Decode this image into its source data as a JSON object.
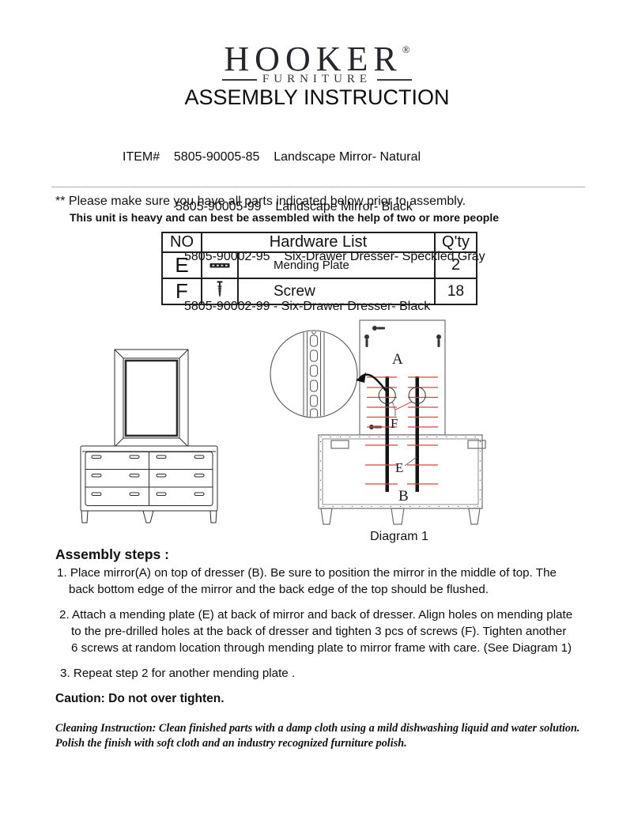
{
  "header": {
    "brand": "HOOKER",
    "reg_mark": "®",
    "brand_sub": "FURNITURE",
    "title": "ASSEMBLY INSTRUCTION",
    "item_lines": [
      "ITEM#    5805-90005-85    Landscape Mirror- Natural",
      "5805-90005-99    Landscape Mirror- Black",
      "5805-90002-95    Six-Drawer Dresser- Speckled Gray",
      "5805-90002-99 - Six-Drawer Dresser- Black"
    ]
  },
  "notices": {
    "parts_note": "** Please make sure you have all parts indicated below prior to assembly.",
    "heavy_note": "This unit is heavy and can best be assembled with the help of two or more people"
  },
  "hardware": {
    "headers": {
      "no": "NO",
      "list": "Hardware List",
      "qty": "Q'ty"
    },
    "rows": [
      {
        "no": "E",
        "icon": "mending-plate-icon",
        "name": "Mending Plate",
        "qty": "2"
      },
      {
        "no": "F",
        "icon": "screw-icon",
        "name": "Screw",
        "qty": "18"
      }
    ]
  },
  "diagram": {
    "caption": "Diagram 1",
    "labels": {
      "mirror": "A",
      "dresser": "B",
      "plate": "E",
      "screw": "F"
    },
    "colors": {
      "screw_line": "#d94343",
      "plate_fill": "#141414",
      "outline_gray": "#6f6f6f",
      "outline_dark": "#2b2b2b"
    }
  },
  "steps": {
    "heading": "Assembly steps :",
    "items": [
      {
        "lines": [
          "1. Place mirror(A) on top of dresser (B). Be sure to position the mirror in the middle of top. The",
          "back bottom edge of the mirror and the back edge of the top should be flushed."
        ]
      },
      {
        "lines": [
          "2. Attach a mending plate (E) at back of mirror and back of dresser. Align holes on mending plate",
          "to the pre-drilled holes at the back of dresser and tighten 3 pcs of screws (F). Tighten another",
          "6 screws at random location through mending plate to mirror frame with care. (See Diagram 1)"
        ]
      },
      {
        "lines": [
          "3. Repeat step 2 for another mending plate ."
        ]
      }
    ],
    "caution": "Caution: Do not over tighten.",
    "cleaning_lines": [
      "Cleaning Instruction: Clean finished parts with a damp cloth using a mild dishwashing liquid and water solution.",
      "Polish the finish with soft cloth and an industry recognized furniture polish."
    ]
  }
}
